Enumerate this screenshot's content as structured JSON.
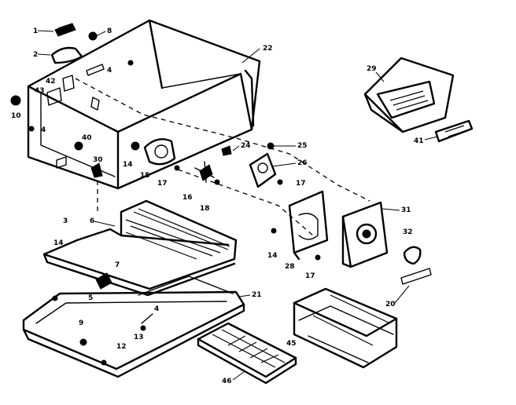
{
  "callouts": {
    "c1": "1",
    "c2": "2",
    "c3": "3",
    "c4a": "4",
    "c4b": "4",
    "c4c": "4",
    "c5": "5",
    "c6": "6",
    "c7": "7",
    "c9": "9",
    "c10": "10",
    "c12": "12",
    "c13": "13",
    "c14a": "14",
    "c14b": "14",
    "c14c": "14",
    "c15": "15",
    "c16": "16",
    "c17a": "17",
    "c17b": "17",
    "c17c": "17",
    "c18": "18",
    "c20": "20",
    "c21": "21",
    "c22": "22",
    "c24": "24",
    "c25": "25",
    "c26": "26",
    "c28": "28",
    "c29": "29",
    "c30": "30",
    "c31": "31",
    "c32": "32",
    "c40": "40",
    "c41": "41",
    "c42": "42",
    "c43": "43",
    "c45": "45",
    "c46": "46",
    "c8": "8"
  }
}
